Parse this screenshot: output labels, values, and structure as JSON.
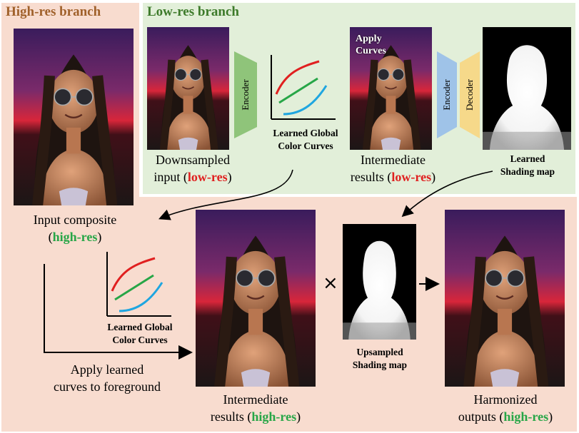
{
  "high_res_branch": {
    "title": "High-res branch",
    "input_label_line1": "Input composite",
    "input_label_paren_open": "(",
    "input_label_tag": "high-res",
    "input_label_paren_close": ")"
  },
  "low_res_branch": {
    "title": "Low-res branch",
    "downsampled_line1": "Downsampled",
    "downsampled_line2_prefix": "input (",
    "downsampled_tag": "low-res",
    "downsampled_suffix": ")",
    "encoder_label": "Encoder",
    "curves_caption_line1": "Learned Global",
    "curves_caption_line2": "Color Curves",
    "apply_curves_line1": "Apply",
    "apply_curves_line2": "Curves",
    "intermediate_line1": "Intermediate",
    "intermediate_line2_prefix": "results (",
    "intermediate_tag": "low-res",
    "intermediate_suffix": ")",
    "encoder2_label": "Encoder",
    "decoder_label": "Decoder",
    "shading_line1": "Learned",
    "shading_line2": "Shading map"
  },
  "bottom": {
    "curves_caption_line1": "Learned Global",
    "curves_caption_line2": "Color Curves",
    "apply_line1": "Apply learned",
    "apply_line2": "curves to foreground",
    "intermediate_line1": "Intermediate",
    "intermediate_line2_prefix": "results (",
    "intermediate_tag": "high-res",
    "intermediate_suffix": ")",
    "multiply_symbol": "×",
    "upsampled_line1": "Upsampled",
    "upsampled_line2": "Shading map",
    "harmonized_line1": "Harmonized",
    "harmonized_line2_prefix": "outputs (",
    "harmonized_tag": "high-res",
    "harmonized_suffix": ")"
  },
  "colors": {
    "low_res_tag": "#e02020",
    "high_res_tag": "#27a647",
    "high_branch_bg": "#f8dccf",
    "low_branch_bg": "#e2efd9",
    "encoder_green": "#8fc47a",
    "encoder_blue": "#9fc3e8",
    "decoder_yellow": "#f6d98a",
    "curve_red": "#e02020",
    "curve_green": "#27a647",
    "curve_blue": "#1fa6e0"
  }
}
